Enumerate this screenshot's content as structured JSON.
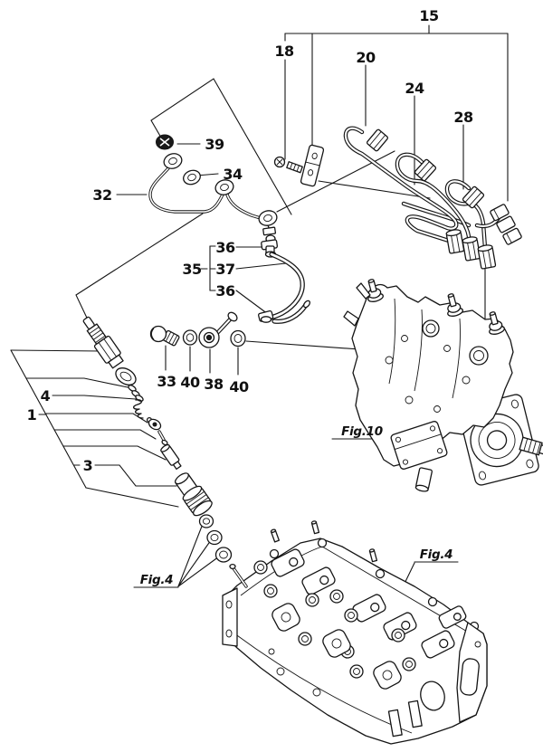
{
  "diagram": {
    "kind": "engine-parts-exploded-diagram",
    "colors": {
      "ink": "#151515",
      "background": "#ffffff"
    },
    "callouts": {
      "p1": "1",
      "p3": "3",
      "p4": "4",
      "p15": "15",
      "p18": "18",
      "p20": "20",
      "p24": "24",
      "p28": "28",
      "p32": "32",
      "p33": "33",
      "p34": "34",
      "p35": "35",
      "p36_upper": "36",
      "p36_lower": "36",
      "p37": "37",
      "p38": "38",
      "p39": "39",
      "p40_left": "40",
      "p40_right": "40"
    },
    "figure_refs": {
      "fig10": "Fig.10",
      "fig4_left": "Fig.4",
      "fig4_right": "Fig.4"
    }
  }
}
